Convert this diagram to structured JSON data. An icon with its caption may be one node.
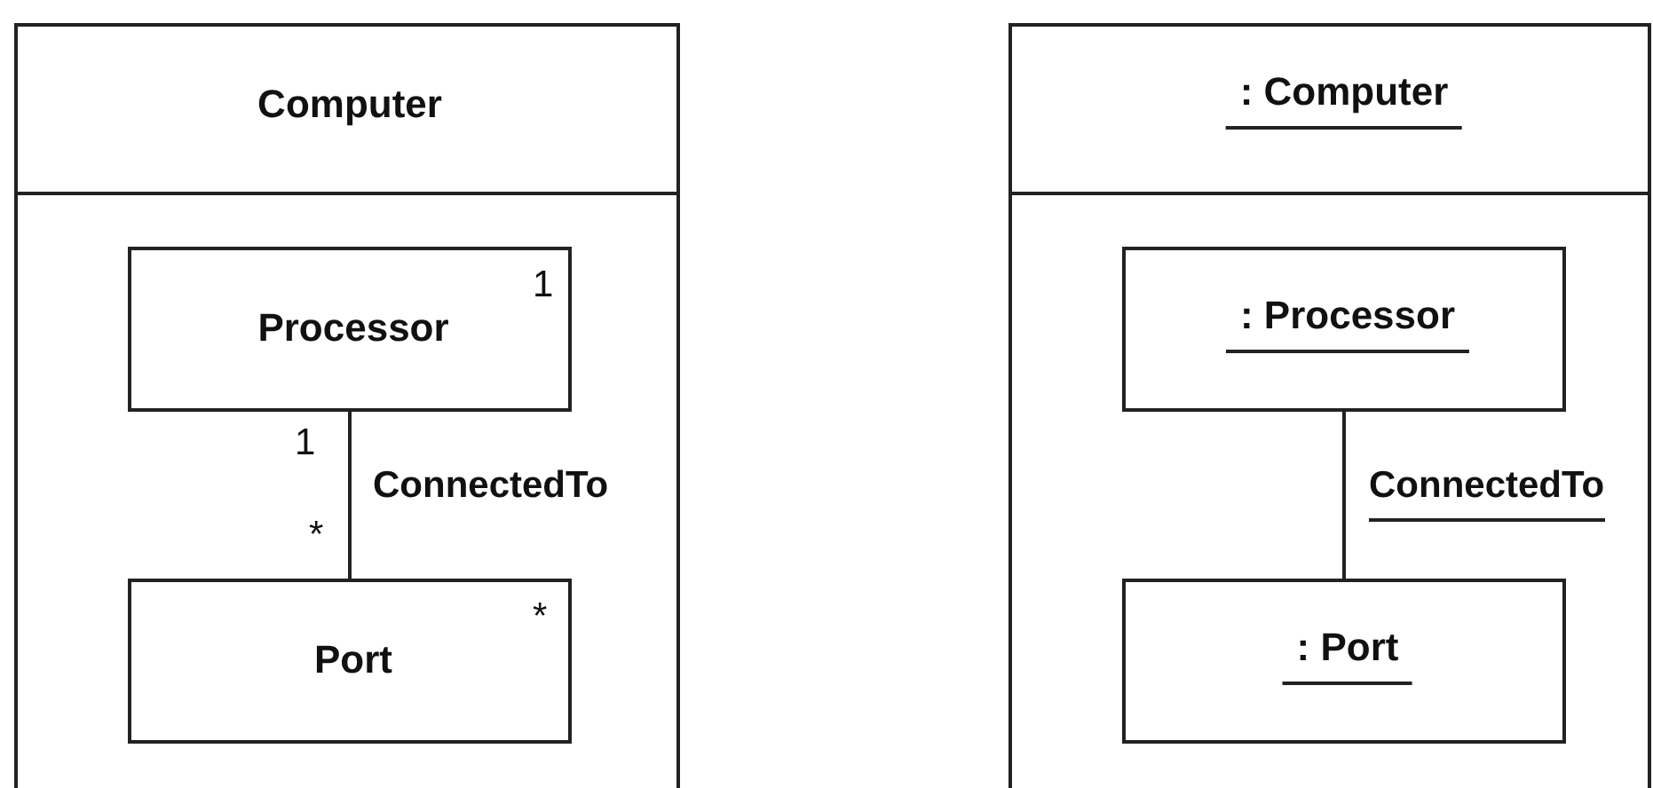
{
  "diagram": {
    "nodes": [
      {
        "text": [
          "Computer"
        ]
      },
      {
        "text": [
          "Processor",
          "1"
        ],
        "in": 0
      },
      {
        "text": [
          "Port",
          "*"
        ],
        "in": 0
      },
      {
        "text": [
          ": Computer"
        ]
      },
      {
        "text": [
          ": Processor"
        ],
        "in": 3
      },
      {
        "text": [
          ": Port"
        ],
        "in": 3
      }
    ],
    "edges": [
      {
        "from": 1,
        "to": 2,
        "arrow": "none",
        "label": "ConnectedTo"
      },
      {
        "from": 4,
        "to": 5,
        "arrow": "none",
        "label": "ConnectedTo"
      }
    ],
    "labels": [
      "1",
      "*"
    ]
  }
}
